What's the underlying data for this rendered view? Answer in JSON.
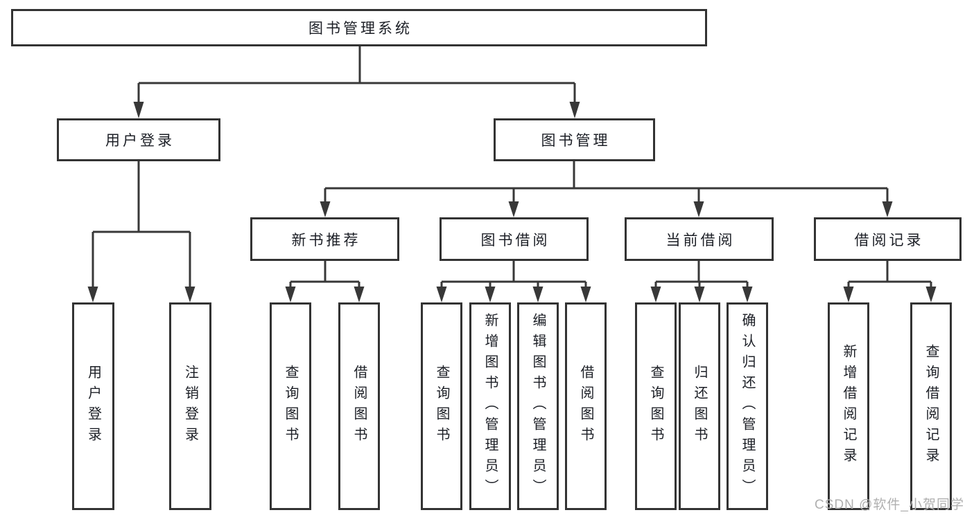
{
  "diagram": {
    "title": "图书管理系统",
    "branches": [
      {
        "label": "用户登录",
        "children": [
          {
            "label": "用户登录"
          },
          {
            "label": "注销登录"
          }
        ]
      },
      {
        "label": "图书管理",
        "children": [
          {
            "label": "新书推荐",
            "children": [
              {
                "label": "查询图书"
              },
              {
                "label": "借阅图书"
              }
            ]
          },
          {
            "label": "图书借阅",
            "children": [
              {
                "label": "查询图书"
              },
              {
                "label": "新增图书（管理员）"
              },
              {
                "label": "编辑图书（管理员）"
              },
              {
                "label": "借阅图书"
              }
            ]
          },
          {
            "label": "当前借阅",
            "children": [
              {
                "label": "查询图书"
              },
              {
                "label": "归还图书"
              },
              {
                "label": "确认归还（管理员）"
              }
            ]
          },
          {
            "label": "借阅记录",
            "children": [
              {
                "label": "新增借阅记录"
              },
              {
                "label": "查询借阅记录"
              }
            ]
          }
        ]
      }
    ]
  },
  "watermark": "CSDN @软件_小贺同学",
  "colors": {
    "line": "#383838",
    "box_border": "#333333",
    "text": "#1c1f26",
    "watermark": "#b0b0b0"
  }
}
